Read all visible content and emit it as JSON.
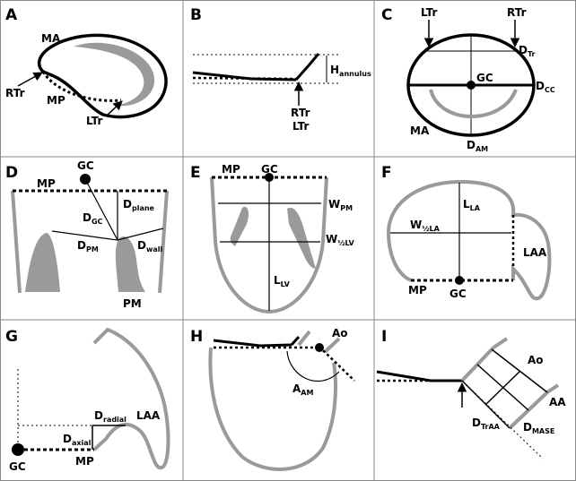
{
  "figure": {
    "colors": {
      "gray": "#9a9a9a",
      "black": "#000000",
      "frame": "#888888"
    },
    "panels": {
      "A": {
        "letter": "A",
        "labels": {
          "MA": "MA",
          "RTr": "RTr",
          "MP": "MP",
          "LTr": "LTr"
        }
      },
      "B": {
        "letter": "B",
        "labels": {
          "H": "H",
          "H_sub": "annulus",
          "RTr": "RTr",
          "LTr": "LTr"
        }
      },
      "C": {
        "letter": "C",
        "labels": {
          "LTr": "LTr",
          "RTr": "RTr",
          "D": "D",
          "DTr_sub": "Tr",
          "GC": "GC",
          "DCC_sub": "CC",
          "MA": "MA",
          "DAM_sub": "AM"
        }
      },
      "D": {
        "letter": "D",
        "labels": {
          "GC": "GC",
          "MP": "MP",
          "D": "D",
          "plane_sub": "plane",
          "GC_sub": "GC",
          "PM_sub": "PM",
          "wall_sub": "wall",
          "PM": "PM"
        }
      },
      "E": {
        "letter": "E",
        "labels": {
          "MP": "MP",
          "GC": "GC",
          "W": "W",
          "WPM_sub": "PM",
          "WhalfLV_sub": "½LV",
          "L": "L",
          "LLV_sub": "LV"
        }
      },
      "F": {
        "letter": "F",
        "labels": {
          "L": "L",
          "LLA_sub": "LA",
          "W": "W",
          "WhalfLA_sub": "½LA",
          "LAA": "LAA",
          "MP": "MP",
          "GC": "GC"
        }
      },
      "G": {
        "letter": "G",
        "labels": {
          "D": "D",
          "radial_sub": "radial",
          "axial_sub": "axial",
          "LAA": "LAA",
          "GC": "GC",
          "MP": "MP"
        }
      },
      "H": {
        "letter": "H",
        "labels": {
          "Ao": "Ao",
          "A": "A",
          "AM_sub": "AM"
        }
      },
      "I": {
        "letter": "I",
        "labels": {
          "Ao": "Ao",
          "AA": "AA",
          "D": "D",
          "TrAA_sub": "TrAA",
          "MASE_sub": "MASE"
        }
      }
    }
  }
}
